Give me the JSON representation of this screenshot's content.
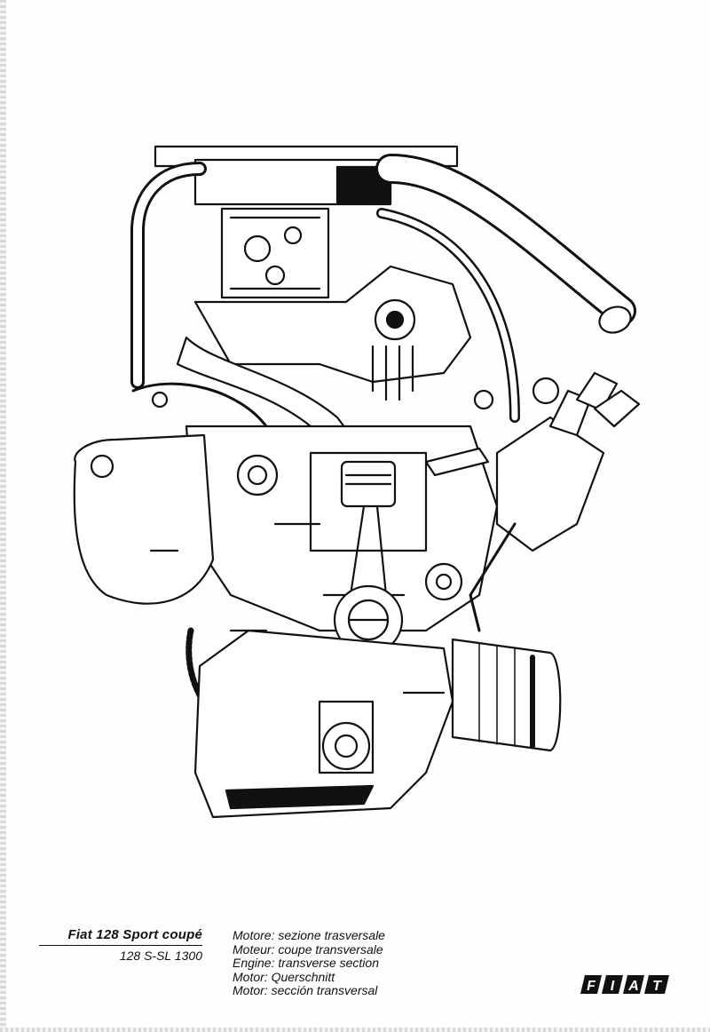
{
  "caption": {
    "title": "Fiat 128 Sport coupé",
    "subtitle": "128 S-SL 1300",
    "lines": [
      "Motore: sezione trasversale",
      "Moteur: coupe transversale",
      "Engine: transverse section",
      "Motor: Querschnitt",
      "Motor: sección transversal"
    ]
  },
  "logo": {
    "text": "FIAT",
    "color": "#111111"
  },
  "colors": {
    "ink": "#111111",
    "paper": "#fefefe"
  }
}
